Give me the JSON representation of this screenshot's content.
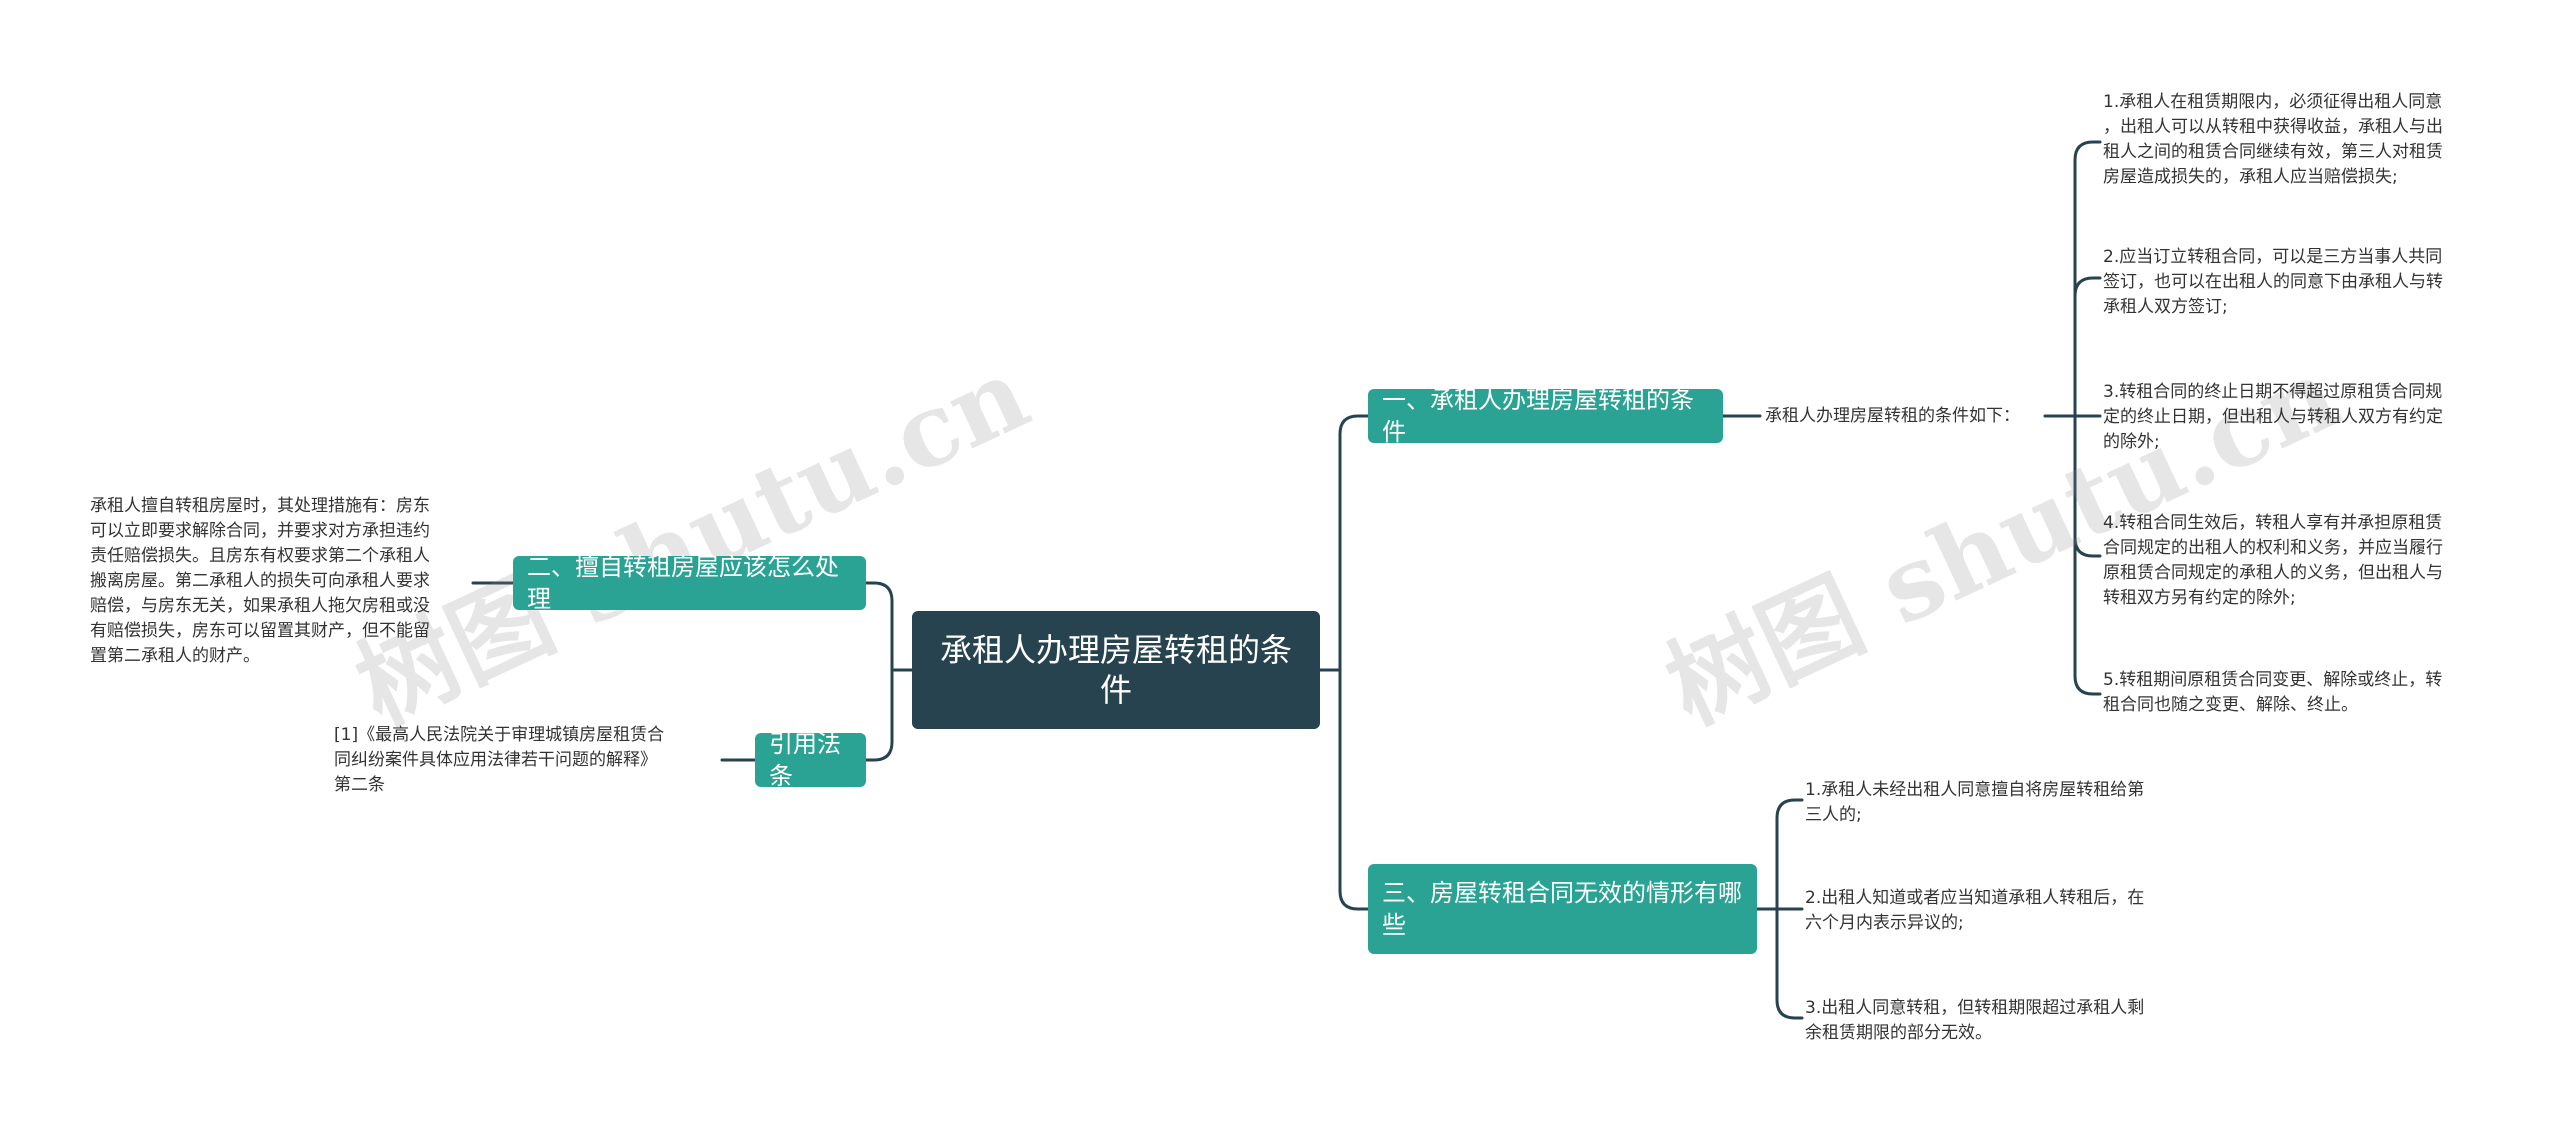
{
  "root": {
    "title": "承租人办理房屋转租的条件"
  },
  "branches": {
    "b1": {
      "label": "一、承租人办理房屋转租的条件",
      "connector": "承租人办理房屋转租的条件如下：",
      "items": [
        "1.承租人在租赁期限内，必须征得出租人同意\n，出租人可以从转租中获得收益，承租人与出\n租人之间的租赁合同继续有效，第三人对租赁\n房屋造成损失的，承租人应当赔偿损失;",
        "2.应当订立转租合同，可以是三方当事人共同\n签订，也可以在出租人的同意下由承租人与转\n承租人双方签订;",
        "3.转租合同的终止日期不得超过原租赁合同规\n定的终止日期，但出租人与转租人双方有约定\n的除外;",
        "4.转租合同生效后，转租人享有并承担原租赁\n合同规定的出租人的权利和义务，并应当履行\n原租赁合同规定的承租人的义务，但出租人与\n转租双方另有约定的除外;",
        "5.转租期间原租赁合同变更、解除或终止，转\n租合同也随之变更、解除、终止。"
      ]
    },
    "b2": {
      "label": "二、擅自转租房屋应该怎么处理",
      "text": "承租人擅自转租房屋时，其处理措施有：房东\n可以立即要求解除合同，并要求对方承担违约\n责任赔偿损失。且房东有权要求第二个承租人\n搬离房屋。第二承租人的损失可向承租人要求\n赔偿，与房东无关，如果承租人拖欠房租或没\n有赔偿损失，房东可以留置其财产，但不能留\n置第二承租人的财产。"
    },
    "b3": {
      "label": "引用法条",
      "text": "[1]《最高人民法院关于审理城镇房屋租赁合\n同纠纷案件具体应用法律若干问题的解释》\n第二条"
    },
    "b4": {
      "label": "三、房屋转租合同无效的情形有哪\n些",
      "items": [
        "1.承租人未经出租人同意擅自将房屋转租给第\n三人的;",
        "2.出租人知道或者应当知道承租人转租后，在\n六个月内表示异议的;",
        "3.出租人同意转租，但转租期限超过承租人剩\n余租赁期限的部分无效。"
      ]
    }
  },
  "watermarks": [
    "树图 shutu.cn",
    "树图 shutu.cn"
  ],
  "colors": {
    "root": "#27434f",
    "branch": "#2aa394",
    "line": "#27434f"
  }
}
